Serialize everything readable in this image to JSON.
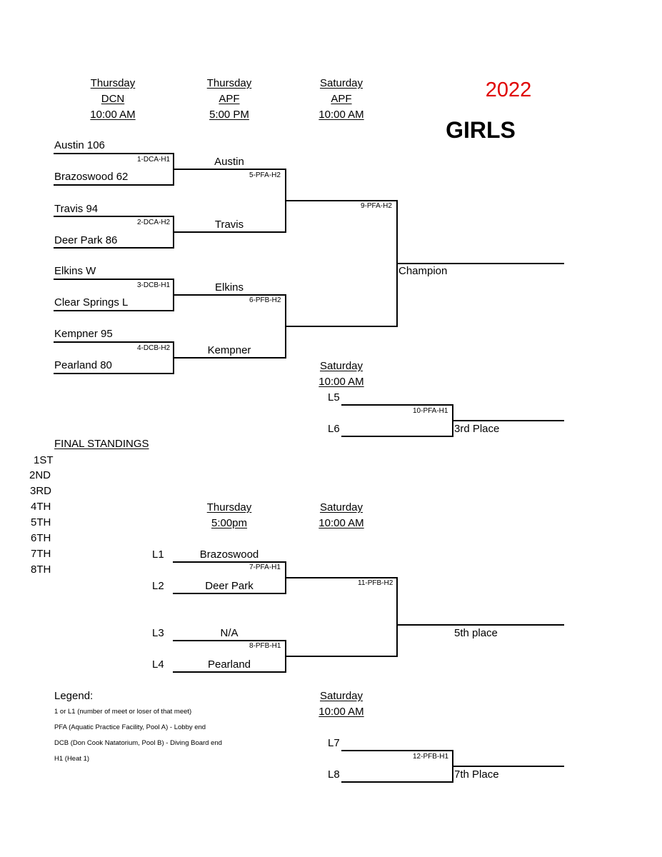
{
  "header": {
    "col1": {
      "day": "Thursday",
      "venue": "DCN",
      "time": "10:00 AM"
    },
    "col2": {
      "day": "Thursday",
      "venue": "APF",
      "time": "5:00 PM"
    },
    "col3": {
      "day": "Saturday",
      "venue": "APF",
      "time": "10:00 AM"
    },
    "year": "2022",
    "title": "GIRLS",
    "colors": {
      "year": "#e00000"
    }
  },
  "round1": [
    {
      "team": "Austin  106"
    },
    {
      "team": "Brazoswood  62"
    },
    {
      "team": "Travis  94"
    },
    {
      "team": "Deer Park  86"
    },
    {
      "team": "Elkins  W"
    },
    {
      "team": "Clear Springs  L"
    },
    {
      "team": "Kempner  95"
    },
    {
      "team": "Pearland  80"
    }
  ],
  "round1_codes": [
    "1-DCA-H1",
    "2-DCA-H2",
    "3-DCB-H1",
    "4-DCB-H2"
  ],
  "round2": [
    {
      "team": "Austin",
      "code": "5-PFA-H2"
    },
    {
      "team": "Travis"
    },
    {
      "team": "Elkins",
      "code": "6-PFB-H2"
    },
    {
      "team": "Kempner"
    }
  ],
  "final": {
    "code": "9-PFA-H2",
    "label": "Champion"
  },
  "third_place": {
    "day": "Saturday",
    "time": "10:00 AM",
    "top": "L5",
    "bottom": "L6",
    "code": "10-PFA-H1",
    "label": "3rd Place"
  },
  "standings": {
    "title": "FINAL STANDINGS",
    "places": [
      "1ST",
      "2ND",
      "3RD",
      "4TH",
      "5TH",
      "6TH",
      "7TH",
      "8TH"
    ]
  },
  "consolation": {
    "col1": {
      "day": "Thursday",
      "time": "5:00pm"
    },
    "col2": {
      "day": "Saturday",
      "time": "10:00 AM"
    },
    "entries": [
      {
        "label": "L1",
        "team": "Brazoswood"
      },
      {
        "label": "L2",
        "team": "Deer Park"
      },
      {
        "label": "L3",
        "team": "N/A"
      },
      {
        "label": "L4",
        "team": "Pearland"
      }
    ],
    "codes": [
      "7-PFA-H1",
      "8-PFB-H1",
      "11-PFB-H2"
    ],
    "label": "5th place"
  },
  "seventh_place": {
    "day": "Saturday",
    "time": "10:00 AM",
    "top": "L7",
    "bottom": "L8",
    "code": "12-PFB-H1",
    "label": "7th Place"
  },
  "legend": {
    "title": "Legend:",
    "lines": [
      "1 or L1 (number of meet or loser of that meet)",
      "PFA (Aquatic Practice Facility, Pool A) - Lobby end",
      "DCB (Don Cook Natatorium, Pool B) - Diving Board end",
      "H1 (Heat 1)"
    ]
  }
}
